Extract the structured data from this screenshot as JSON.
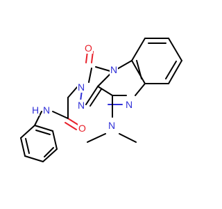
{
  "molecule": {
    "colors": {
      "carbon_bond": "#000000",
      "nitrogen": "#2f2fd8",
      "oxygen": "#e8202a",
      "background": "#ffffff"
    },
    "atoms": [
      {
        "id": "O1",
        "text": "O",
        "element": "O"
      },
      {
        "id": "N1",
        "text": "N",
        "element": "N"
      },
      {
        "id": "N2",
        "text": "N",
        "element": "N"
      },
      {
        "id": "N3",
        "text": "N",
        "element": "N"
      },
      {
        "id": "N4",
        "text": "N",
        "element": "N"
      },
      {
        "id": "N5",
        "text": "N",
        "element": "N"
      },
      {
        "id": "NH",
        "text": "N",
        "element": "N"
      },
      {
        "id": "H",
        "text": "H",
        "element": "N"
      },
      {
        "id": "O2",
        "text": "O",
        "element": "O"
      }
    ]
  }
}
